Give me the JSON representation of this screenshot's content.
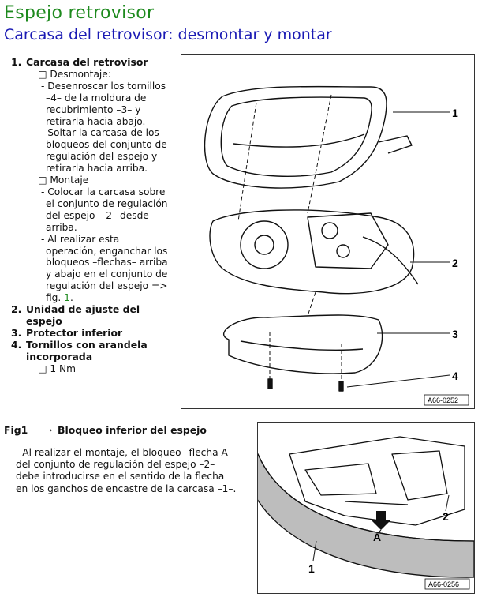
{
  "header": {
    "title": "Espejo retrovisor",
    "subtitle": "Carcasa del retrovisor: desmontar y montar"
  },
  "items": [
    {
      "num": "1.",
      "label": "Carcasa del retrovisor",
      "lines": [
        {
          "text": "□ Desmontaje:",
          "dash": false
        },
        {
          "text": "- Desenroscar los tornillos –4– de la moldura de recubrimiento –3– y retirarla hacia abajo.",
          "dash": true
        },
        {
          "text": "- Soltar la carcasa de los bloqueos del conjunto de regulación del espejo y retirarla hacia arriba.",
          "dash": true
        },
        {
          "text": "□ Montaje",
          "dash": false
        },
        {
          "text": "- Colocar la carcasa sobre el conjunto de regulación del espejo – 2– desde arriba.",
          "dash": true
        },
        {
          "text": "- Al realizar esta operación, enganchar los bloqueos –flechas– arriba y abajo en el conjunto de regulación del espejo => fig. ",
          "dash": true,
          "link": "1",
          "after": "."
        }
      ]
    },
    {
      "num": "2.",
      "label": "Unidad de ajuste del espejo",
      "lines": []
    },
    {
      "num": "3.",
      "label": "Protector inferior",
      "lines": []
    },
    {
      "num": "4.",
      "label": "Tornillos con arandela incorporada",
      "lines": [
        {
          "text": "□ 1 Nm",
          "dash": false
        }
      ]
    }
  ],
  "figure1": {
    "callouts": [
      "1",
      "2",
      "3",
      "4"
    ],
    "code": "A66-0252"
  },
  "fig": {
    "label": "Fig1",
    "arrow": "›",
    "title": "Bloqueo inferior del espejo",
    "text_lines": [
      "- Al realizar el montaje, el bloqueo –flecha A–",
      "del conjunto de regulación del espejo –2–",
      "debe introducirse en el sentido de la flecha",
      "en los ganchos de encastre de la carcasa –1–."
    ]
  },
  "figure2": {
    "callouts": [
      "2",
      "A",
      "1"
    ],
    "code": "A66-0256"
  }
}
